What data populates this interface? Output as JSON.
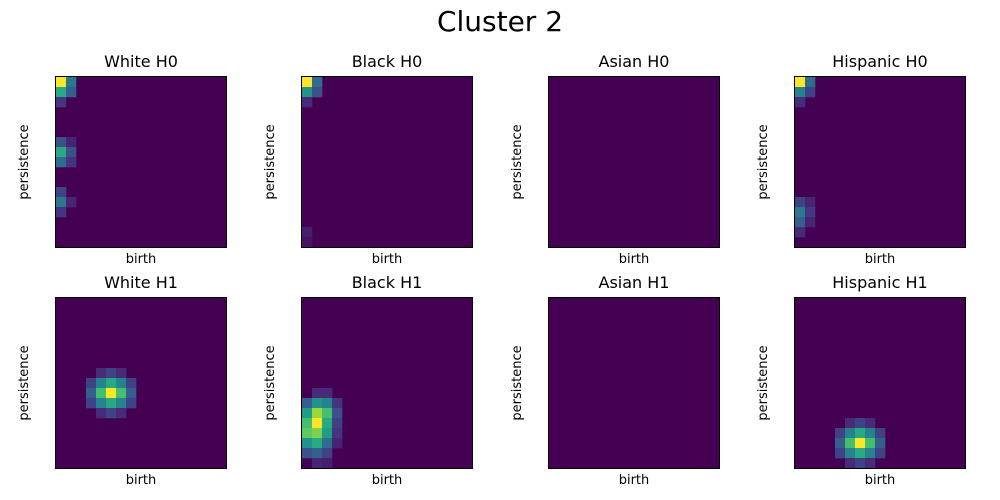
{
  "figure": {
    "title": "Cluster 2"
  },
  "colors": {
    "background": "#440154",
    "colormap": "viridis"
  },
  "chart_data": [
    {
      "type": "heatmap",
      "title": "White H0",
      "xlabel": "birth",
      "ylabel": "persistence",
      "grid": false,
      "size": [
        17,
        17
      ],
      "cells": [
        [
          0,
          0,
          1.0
        ],
        [
          1,
          0,
          0.4
        ],
        [
          0,
          1,
          0.6
        ],
        [
          1,
          1,
          0.3
        ],
        [
          0,
          2,
          0.15
        ],
        [
          0,
          6,
          0.25
        ],
        [
          1,
          6,
          0.1
        ],
        [
          0,
          7,
          0.6
        ],
        [
          1,
          7,
          0.25
        ],
        [
          0,
          8,
          0.35
        ],
        [
          1,
          8,
          0.15
        ],
        [
          0,
          11,
          0.2
        ],
        [
          0,
          12,
          0.4
        ],
        [
          1,
          12,
          0.1
        ],
        [
          0,
          13,
          0.15
        ]
      ]
    },
    {
      "type": "heatmap",
      "title": "Black H0",
      "xlabel": "birth",
      "ylabel": "persistence",
      "grid": false,
      "size": [
        17,
        17
      ],
      "cells": [
        [
          0,
          0,
          1.0
        ],
        [
          1,
          0,
          0.35
        ],
        [
          0,
          1,
          0.5
        ],
        [
          1,
          1,
          0.25
        ],
        [
          0,
          2,
          0.12
        ],
        [
          0,
          15,
          0.08
        ],
        [
          0,
          16,
          0.05
        ]
      ]
    },
    {
      "type": "heatmap",
      "title": "Asian H0",
      "xlabel": "birth",
      "ylabel": "persistence",
      "grid": false,
      "size": [
        17,
        17
      ],
      "cells": []
    },
    {
      "type": "heatmap",
      "title": "Hispanic H0",
      "xlabel": "birth",
      "ylabel": "persistence",
      "grid": false,
      "size": [
        17,
        17
      ],
      "cells": [
        [
          0,
          0,
          1.0
        ],
        [
          1,
          0,
          0.35
        ],
        [
          0,
          1,
          0.45
        ],
        [
          1,
          1,
          0.2
        ],
        [
          0,
          2,
          0.12
        ],
        [
          0,
          12,
          0.2
        ],
        [
          1,
          12,
          0.1
        ],
        [
          0,
          13,
          0.4
        ],
        [
          1,
          13,
          0.15
        ],
        [
          0,
          14,
          0.3
        ],
        [
          1,
          14,
          0.1
        ],
        [
          0,
          15,
          0.12
        ]
      ]
    },
    {
      "type": "heatmap",
      "title": "White H1",
      "xlabel": "birth",
      "ylabel": "persistence",
      "grid": false,
      "size": [
        17,
        17
      ],
      "cells": [
        [
          4,
          7,
          0.12
        ],
        [
          5,
          7,
          0.2
        ],
        [
          6,
          7,
          0.12
        ],
        [
          3,
          8,
          0.2
        ],
        [
          4,
          8,
          0.45
        ],
        [
          5,
          8,
          0.6
        ],
        [
          6,
          8,
          0.45
        ],
        [
          7,
          8,
          0.2
        ],
        [
          3,
          9,
          0.3
        ],
        [
          4,
          9,
          0.7
        ],
        [
          5,
          9,
          1.0
        ],
        [
          6,
          9,
          0.7
        ],
        [
          7,
          9,
          0.3
        ],
        [
          3,
          10,
          0.2
        ],
        [
          4,
          10,
          0.45
        ],
        [
          5,
          10,
          0.6
        ],
        [
          6,
          10,
          0.45
        ],
        [
          7,
          10,
          0.2
        ],
        [
          4,
          11,
          0.12
        ],
        [
          5,
          11,
          0.2
        ],
        [
          6,
          11,
          0.12
        ]
      ]
    },
    {
      "type": "heatmap",
      "title": "Black H1",
      "xlabel": "birth",
      "ylabel": "persistence",
      "grid": false,
      "size": [
        17,
        17
      ],
      "cells": [
        [
          1,
          9,
          0.12
        ],
        [
          2,
          9,
          0.12
        ],
        [
          0,
          10,
          0.3
        ],
        [
          1,
          10,
          0.5
        ],
        [
          2,
          10,
          0.45
        ],
        [
          3,
          10,
          0.15
        ],
        [
          0,
          11,
          0.55
        ],
        [
          1,
          11,
          0.85
        ],
        [
          2,
          11,
          0.7
        ],
        [
          3,
          11,
          0.25
        ],
        [
          0,
          12,
          0.7
        ],
        [
          1,
          12,
          1.0
        ],
        [
          2,
          12,
          0.6
        ],
        [
          3,
          12,
          0.2
        ],
        [
          0,
          13,
          0.75
        ],
        [
          1,
          13,
          0.8
        ],
        [
          2,
          13,
          0.55
        ],
        [
          3,
          13,
          0.15
        ],
        [
          0,
          14,
          0.5
        ],
        [
          1,
          14,
          0.6
        ],
        [
          2,
          14,
          0.35
        ],
        [
          3,
          14,
          0.1
        ],
        [
          0,
          15,
          0.25
        ],
        [
          1,
          15,
          0.3
        ],
        [
          2,
          15,
          0.2
        ],
        [
          1,
          16,
          0.1
        ],
        [
          2,
          16,
          0.08
        ]
      ]
    },
    {
      "type": "heatmap",
      "title": "Asian H1",
      "xlabel": "birth",
      "ylabel": "persistence",
      "grid": false,
      "size": [
        17,
        17
      ],
      "cells": []
    },
    {
      "type": "heatmap",
      "title": "Hispanic H1",
      "xlabel": "birth",
      "ylabel": "persistence",
      "grid": false,
      "size": [
        17,
        17
      ],
      "cells": [
        [
          5,
          12,
          0.12
        ],
        [
          6,
          12,
          0.2
        ],
        [
          7,
          12,
          0.12
        ],
        [
          4,
          13,
          0.2
        ],
        [
          5,
          13,
          0.45
        ],
        [
          6,
          13,
          0.6
        ],
        [
          7,
          13,
          0.45
        ],
        [
          8,
          13,
          0.2
        ],
        [
          4,
          14,
          0.3
        ],
        [
          5,
          14,
          0.7
        ],
        [
          6,
          14,
          1.0
        ],
        [
          7,
          14,
          0.7
        ],
        [
          8,
          14,
          0.3
        ],
        [
          4,
          15,
          0.2
        ],
        [
          5,
          15,
          0.45
        ],
        [
          6,
          15,
          0.6
        ],
        [
          7,
          15,
          0.45
        ],
        [
          8,
          15,
          0.2
        ],
        [
          5,
          16,
          0.12
        ],
        [
          6,
          16,
          0.2
        ],
        [
          7,
          16,
          0.12
        ]
      ]
    }
  ]
}
